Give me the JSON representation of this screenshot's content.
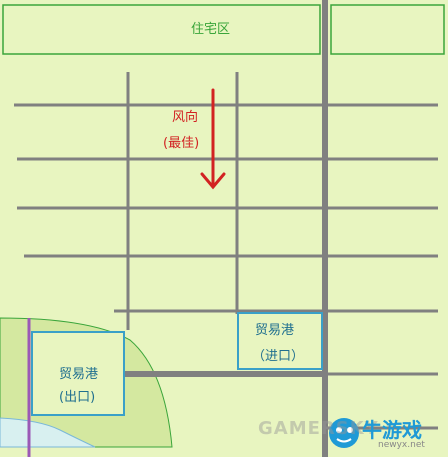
{
  "map": {
    "residential_zone": {
      "label": "住宅区"
    },
    "wind_direction": {
      "label": "风向",
      "note": "(最佳)"
    },
    "port_import": {
      "name": "贸易港",
      "note": "（进口）"
    },
    "port_export": {
      "name": "贸易港",
      "note": "(出口)"
    }
  },
  "watermark": {
    "site": "GAMERSKY",
    "brand": "牛游戏",
    "url": "newyx.net"
  },
  "colors": {
    "background": "#e8f5c0",
    "zone_border": "#3aa53a",
    "road": "#808080",
    "arrow": "#d22222",
    "port_border": "#3aa0c8",
    "river": "#9b59b6",
    "water": "#d8f0f0"
  }
}
